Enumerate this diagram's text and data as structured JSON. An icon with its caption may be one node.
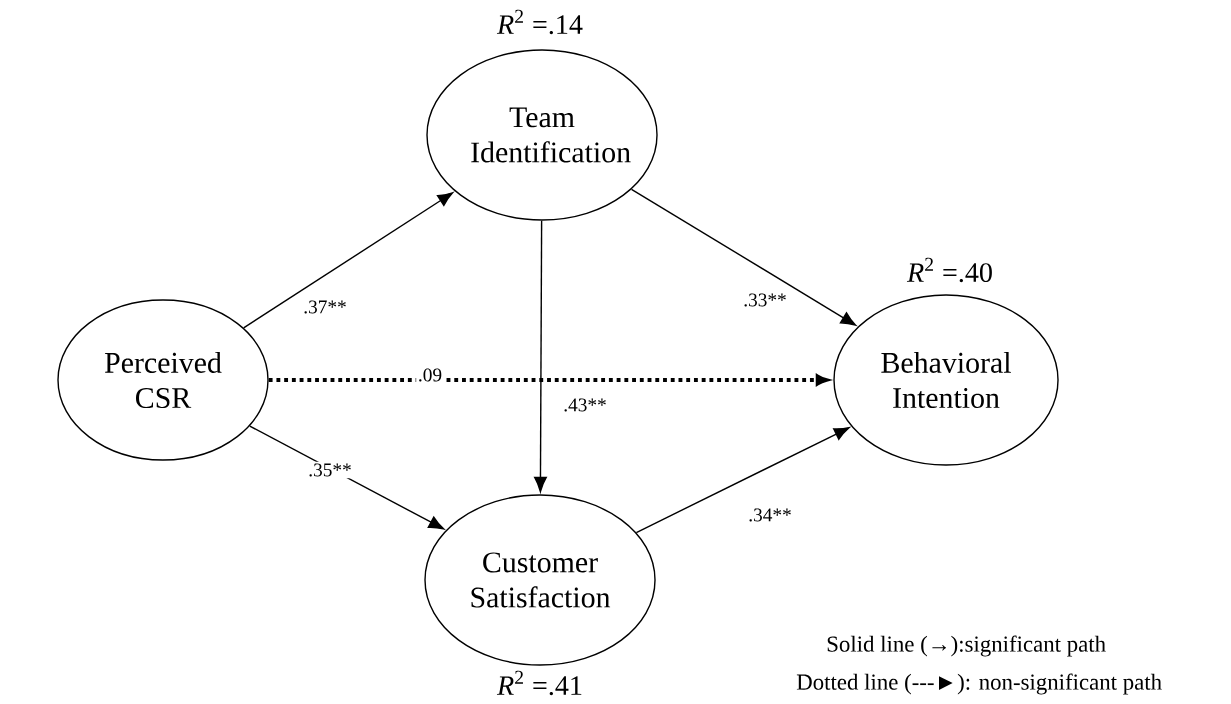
{
  "diagram": {
    "nodes": [
      {
        "text": [
          "Perceived CSR"
        ]
      },
      {
        "text": [
          "Team Identification"
        ],
        "beside": [
          "*R*$^{2}$ =.14"
        ]
      },
      {
        "text": [
          "Customer Satisfaction"
        ],
        "beside": [
          "*R*$^{2}$ =.41"
        ]
      },
      {
        "text": [
          "Behavioral Intention"
        ],
        "beside": [
          "*R*$^{2}$ =.40"
        ]
      }
    ],
    "edges": [
      {
        "from": 0,
        "to": 1,
        "arrow": "to",
        "label": ".37**"
      },
      {
        "from": 1,
        "to": 3,
        "arrow": "to",
        "label": ".33**"
      },
      {
        "from": 1,
        "to": 2,
        "arrow": "to",
        "label": ".43**"
      },
      {
        "from": 0,
        "to": 3,
        "arrow": "to",
        "label": ".09",
        "style": "dashed"
      },
      {
        "from": 0,
        "to": 2,
        "arrow": "to",
        "label": ".35**"
      },
      {
        "from": 2,
        "to": 3,
        "arrow": "to",
        "label": ".34**"
      }
    ],
    "legend": [
      {
        "text": "Solid line (→):significant path"
      },
      {
        "text": "Dotted line (---►): non-significant path"
      }
    ]
  }
}
